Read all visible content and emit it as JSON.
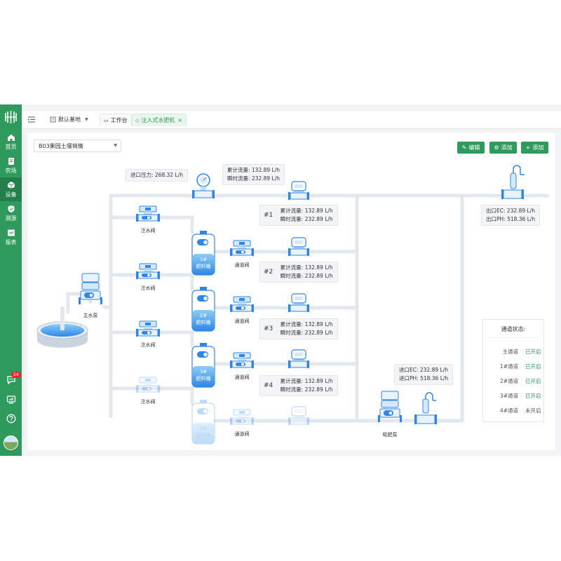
{
  "nav": {
    "items": [
      {
        "label": "首页",
        "icon": "home-icon"
      },
      {
        "label": "农场",
        "icon": "farm-icon"
      },
      {
        "label": "设备",
        "icon": "device-icon"
      },
      {
        "label": "溯源",
        "icon": "shield-icon"
      },
      {
        "label": "报表",
        "icon": "report-icon"
      }
    ],
    "active": "设备",
    "message_count": "24"
  },
  "topbar": {
    "base_label": "默认基地",
    "tabs": [
      {
        "label": "工作台"
      },
      {
        "label": "注入式水肥机"
      }
    ]
  },
  "toolbar": {
    "site": "B03果园土壤墒情",
    "edit_label": "编辑",
    "add_label": "添加",
    "add2_label": "添加"
  },
  "diagram": {
    "inlet_pressure": "进口压力: 268.32 L/h",
    "main_flow_total": "累计流量: 132.89 L/h",
    "main_flow_instant": "瞬时流量: 232.89 L/h",
    "outlet_ec": "出口EC: 232.89 L/h",
    "outlet_ph": "出口PH: 518.36 L/h",
    "channels": [
      {
        "id": "#1",
        "tank": "1#",
        "total": "累计流量: 132.89 L/h",
        "instant": "瞬时流量: 232.89 L/h"
      },
      {
        "id": "#2",
        "tank": "2#",
        "total": "累计流量: 132.89 L/h",
        "instant": "瞬时流量: 232.89 L/h"
      },
      {
        "id": "#3",
        "tank": "3#",
        "total": "累计流量: 132.89 L/h",
        "instant": "瞬时流量: 232.89 L/h"
      },
      {
        "id": "#4",
        "tank": "4#",
        "total": "累计流量: 132.89 L/h",
        "instant": "瞬时流量: 232.89 L/h"
      }
    ],
    "tank_suffix": "肥料桶",
    "inject_valve": "注水阀",
    "pass_valve": "通道阀",
    "main_pump": "主水泵",
    "suction_pump": "吸肥泵",
    "inlet_ec": "进口EC: 232.89 L/h",
    "inlet_ph": "进口PH: 518.36 L/h"
  },
  "status": {
    "title": "通道状态:",
    "rows": [
      {
        "name": "主通道",
        "value": "已开启"
      },
      {
        "name": "1#通道",
        "value": "已开启"
      },
      {
        "name": "2#通道",
        "value": "已开启"
      },
      {
        "name": "3#通道",
        "value": "已开启"
      },
      {
        "name": "4#通道",
        "value": "未开启"
      }
    ],
    "on_color": "#2e9a5c",
    "off_color": "#555555"
  },
  "colors": {
    "brand": "#2e9a5c",
    "device_blue": "#2f86e8",
    "pipe": "#e3e8ef"
  }
}
